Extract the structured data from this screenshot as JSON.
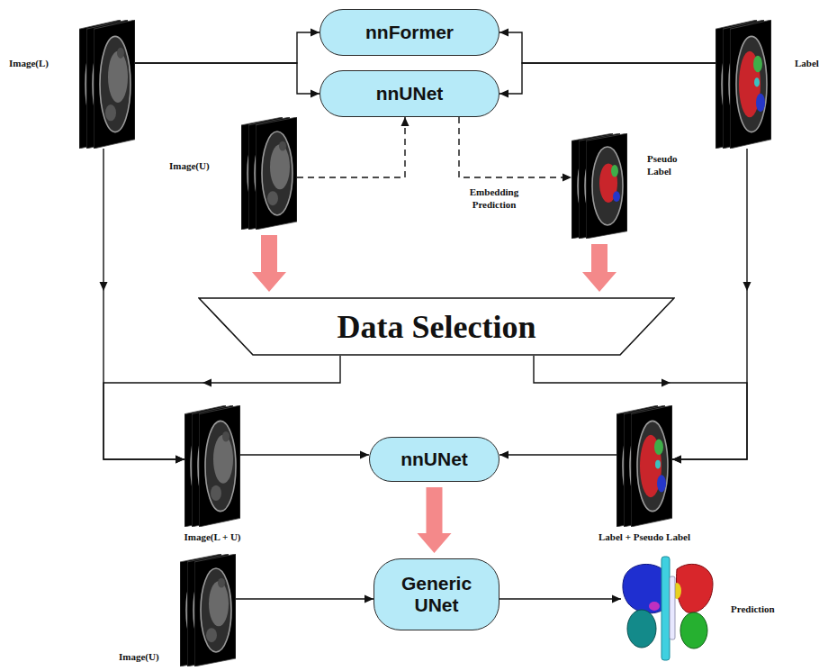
{
  "diagram": {
    "nodes": [
      {
        "text": [
          "Image(L)"
        ]
      },
      {
        "text": [
          "nnFormer"
        ]
      },
      {
        "text": [
          "Label"
        ]
      },
      {
        "text": [
          "nnUNet"
        ]
      },
      {
        "text": [
          "Image(U)"
        ]
      },
      {
        "text": [
          "Pseudo Label"
        ]
      },
      {
        "text": [
          "Data Selection"
        ]
      },
      {
        "text": [
          "Image(L + U)"
        ]
      },
      {
        "text": [
          "nnUNet"
        ]
      },
      {
        "text": [
          "Label + Pseudo Label"
        ]
      },
      {
        "text": [
          "Image(U)"
        ]
      },
      {
        "text": [
          "Generic UNet"
        ]
      },
      {
        "text": [
          "Prediction"
        ]
      }
    ],
    "edges": [
      {
        "from": 0,
        "to": 1,
        "arrow": "to"
      },
      {
        "from": 0,
        "to": 3,
        "arrow": "to"
      },
      {
        "from": 2,
        "to": 1,
        "arrow": "to"
      },
      {
        "from": 2,
        "to": 3,
        "arrow": "to"
      },
      {
        "from": 4,
        "to": 3,
        "arrow": "to"
      },
      {
        "from": 3,
        "to": 5,
        "label": "Embedding Prediction",
        "arrow": "to"
      },
      {
        "from": 4,
        "to": 6,
        "arrow": "to"
      },
      {
        "from": 5,
        "to": 6,
        "arrow": "to"
      },
      {
        "from": 0,
        "to": 7,
        "arrow": "to"
      },
      {
        "from": 6,
        "to": 7,
        "arrow": "to"
      },
      {
        "from": 2,
        "to": 9,
        "arrow": "to"
      },
      {
        "from": 6,
        "to": 9,
        "arrow": "to"
      },
      {
        "from": 7,
        "to": 8,
        "arrow": "to"
      },
      {
        "from": 9,
        "to": 8,
        "arrow": "to"
      },
      {
        "from": 8,
        "to": 11,
        "arrow": "to"
      },
      {
        "from": 10,
        "to": 11,
        "arrow": "to"
      },
      {
        "from": 11,
        "to": 12,
        "arrow": "to"
      }
    ]
  }
}
